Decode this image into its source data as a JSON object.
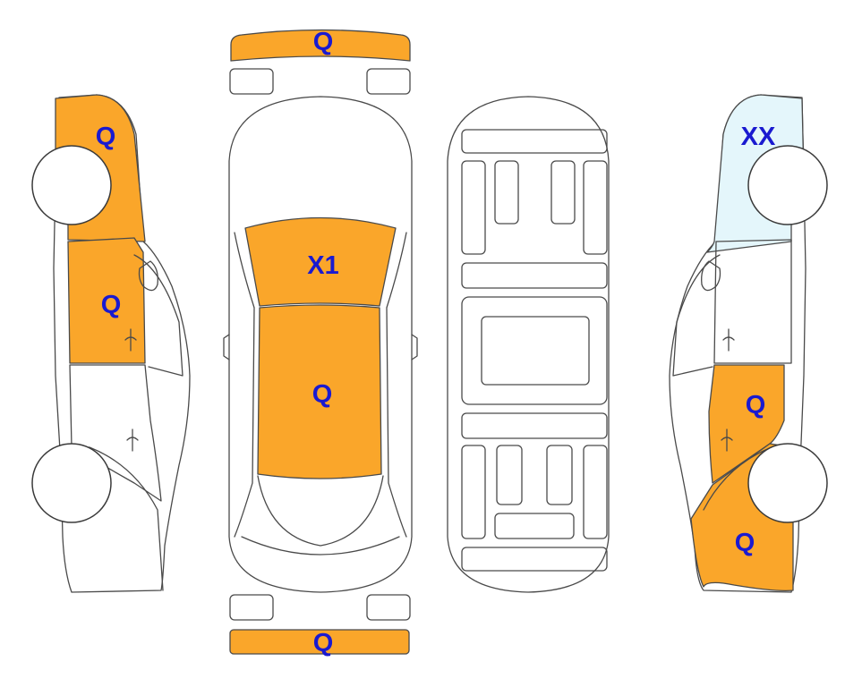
{
  "colors": {
    "damage": "#faa62a",
    "replaced": "#e4f6fb",
    "label": "#1a1ad0",
    "outline": "#4a4a4a"
  },
  "legend_semantics": {
    "damage_fill_color_name": "orange",
    "replaced_fill_color_name": "light-blue"
  },
  "views": {
    "left_side": {
      "front_fender_code": "Q",
      "front_door_code": "Q"
    },
    "top": {
      "front_bumper_code": "Q",
      "windshield_code": "X1",
      "roof_code": "Q",
      "rear_bumper_code": "Q"
    },
    "right_side": {
      "front_fender_code": "XX",
      "rear_door_code": "Q",
      "rear_quarter_code": "Q"
    }
  }
}
